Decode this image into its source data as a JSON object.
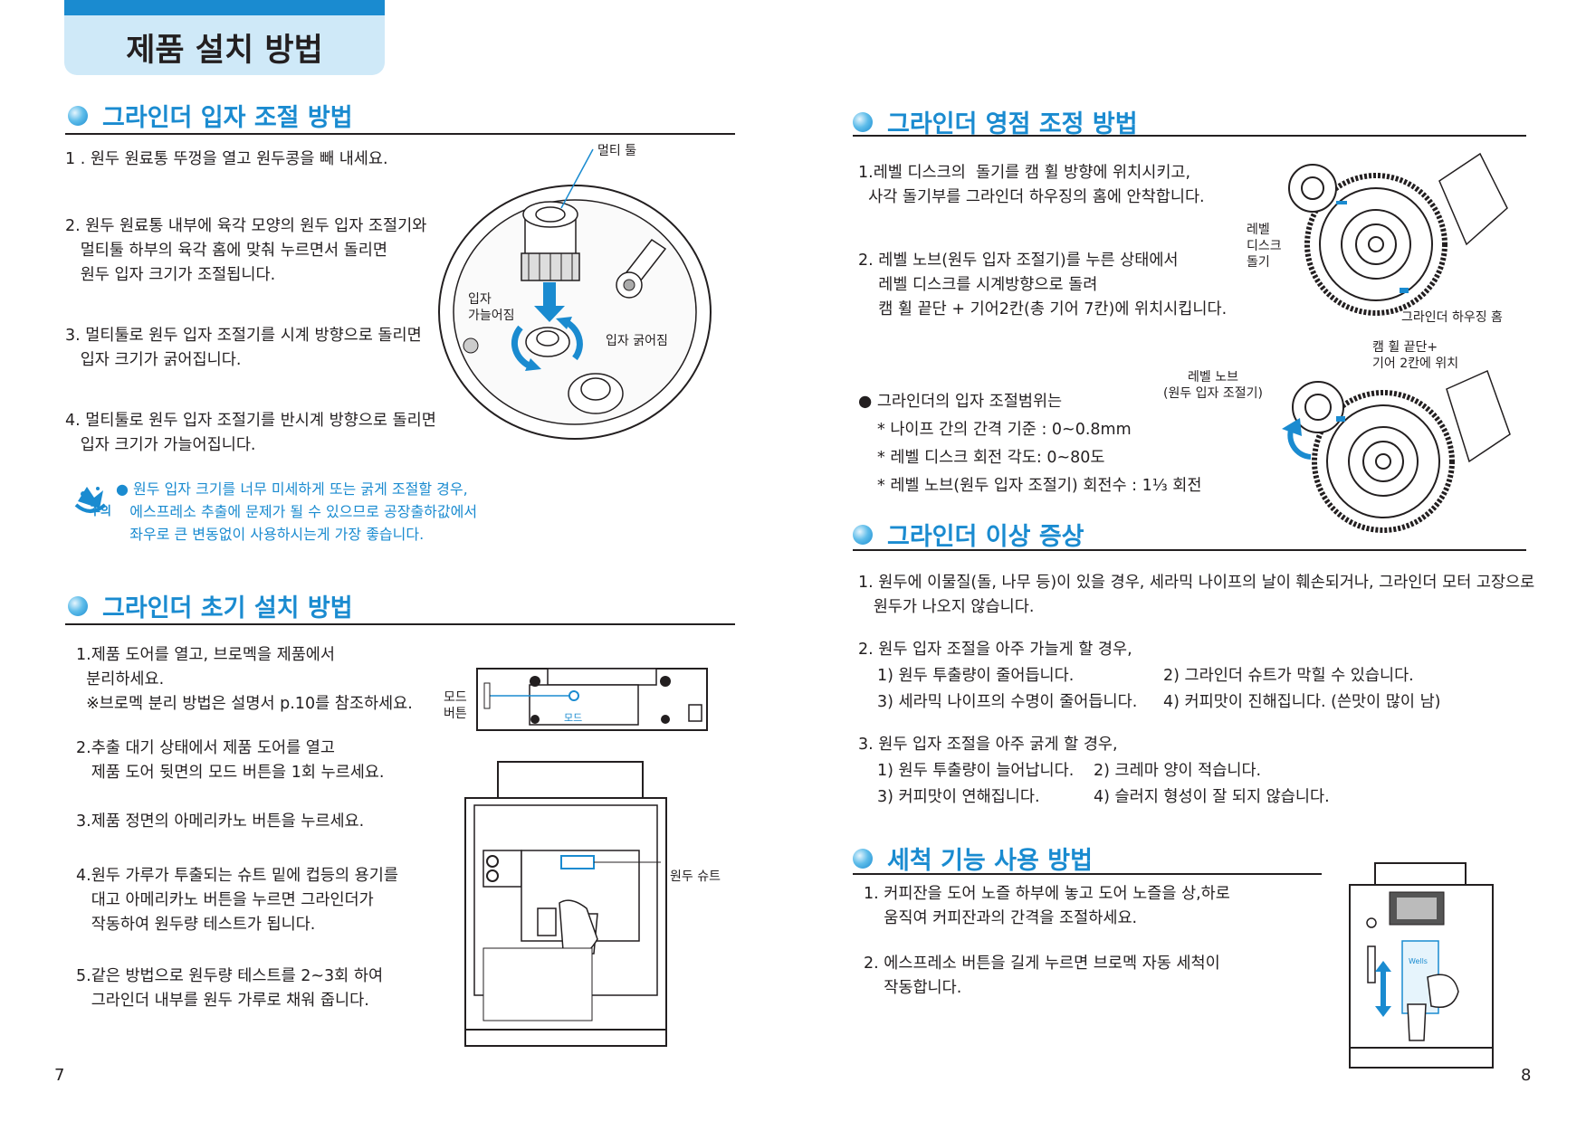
{
  "page_title": "제품 설치 방법",
  "left": {
    "grind_adjust": {
      "heading": "그라인더 입자 조절 방법",
      "steps": [
        "1 . 원두 원료통 뚜껑을 열고 원두콩을 빼 내세요.",
        "2. 원두 원료통 내부에 육각 모양의 원두 입자 조절기와\n   멀티툴 하부의 육각 홈에 맞춰 누르면서 돌리면\n   원두 입자 크기가 조절됩니다.",
        "3. 멀티툴로 원두 입자 조절기를 시계 방향으로 돌리면\n   입자 크기가 굵어집니다.",
        "4. 멀티툴로 원두 입자 조절기를 반시계 방향으로 돌리면\n   입자 크기가 가늘어집니다."
      ],
      "caution_badge": "주의",
      "caution_text": "● 원두 입자 크기를 너무 미세하게 또는 굵게 조절할 경우,\n   에스프레소 추출에 문제가 될 수 있으므로 공장출하값에서\n   좌우로 큰 변동없이 사용하시는게 가장 좋습니다.",
      "figure_labels": {
        "multitool": "멀티 툴",
        "finer": "입자\n가늘어짐",
        "coarser": "입자 굵어짐"
      }
    },
    "initial_setup": {
      "heading": "그라인더 초기 설치 방법",
      "steps": [
        "1.제품 도어를 열고, 브로멕을 제품에서\n  분리하세요.\n  ※브로멕 분리 방법은 설명서 p.10를 참조하세요.",
        "2.추출 대기 상태에서 제품 도어를 열고\n   제품 도어 뒷면의 모드 버튼을 1회 누르세요.",
        "3.제품 정면의 아메리카노 버튼을 누르세요.",
        "4.원두 가루가 투출되는 슈트 밑에 컵등의 용기를\n   대고 아메리카노 버튼을 누르면 그라인더가\n   작동하여 원두량 테스트가 됩니다.",
        "5.같은 방법으로 원두량 테스트를 2~3회 하여\n   그라인더 내부를 원두 가루로 채워 줍니다."
      ],
      "figure_labels": {
        "mode_button": "모드\n버튼",
        "mode_small": "모드",
        "chute": "원두 슈트"
      }
    },
    "page_number": "7"
  },
  "right": {
    "zero_adjust": {
      "heading": "그라인더 영점 조정 방법",
      "steps": [
        "1.레벨 디스크의  돌기를 캠 휠 방향에 위치시키고,\n  사각 돌기부를 그라인더 하우징의 홈에 안착합니다.",
        "2. 레벨 노브(원두 입자 조절기)를 누른 상태에서\n    레벨 디스크를 시계방향으로 돌려\n    캠 휠 끝단 + 기어2칸(총 기어 7칸)에 위치시킵니다."
      ],
      "range_heading": "● 그라인더의 입자 조절범위는",
      "range_items": [
        "* 나이프 간의 간격 기준 : 0~0.8mm",
        "* 레벨 디스크 회전 각도: 0~80도",
        "* 레벨 노브(원두 입자 조절기) 회전수 : 1⅓ 회전"
      ],
      "figure_labels": {
        "level_disk_protrusion": "레벨\n디스크\n돌기",
        "housing_groove": "그라인더 하우징 홈",
        "cam_wheel": "캠 휠 끝단+\n기어 2칸에 위치",
        "level_knob": "레벨 노브\n(원두 입자 조절기)"
      }
    },
    "abnormal": {
      "heading": "그라인더 이상 증상",
      "item1": "1. 원두에 이물질(돌, 나무 등)이 있을 경우, 세라믹 나이프의 날이 훼손되거나, 그라인더 모터 고장으로\n   원두가 나오지 않습니다.",
      "item2_title": "2. 원두 입자 조절을 아주 가늘게 할 경우,",
      "item2_a": "1) 원두 투출량이 줄어듭니다.",
      "item2_b": "2) 그라인더 슈트가 막힐 수 있습니다.",
      "item2_c": "3) 세라믹 나이프의 수명이 줄어듭니다.",
      "item2_d": "4) 커피맛이 진해집니다. (쓴맛이 많이 남)",
      "item3_title": "3. 원두 입자 조절을 아주 굵게 할 경우,",
      "item3_a": "1) 원두 투출량이 늘어납니다.",
      "item3_b": "2) 크레마 양이 적습니다.",
      "item3_c": "3) 커피맛이 연해집니다.",
      "item3_d": "4) 슬러지 형성이 잘 되지 않습니다."
    },
    "cleaning": {
      "heading": "세척 기능 사용 방법",
      "steps": [
        "1. 커피잔을 도어 노즐 하부에 놓고 도어 노즐을 상,하로\n    움직여 커피잔과의 간격을 조절하세요.",
        "2. 에스프레소 버튼을 길게 누르면 브로멕 자동 세척이\n    작동합니다."
      ],
      "brand": "Wells"
    },
    "page_number": "8"
  },
  "colors": {
    "accent": "#1a8bd0",
    "tab_bg": "#cfe9f8",
    "text": "#231f20"
  }
}
